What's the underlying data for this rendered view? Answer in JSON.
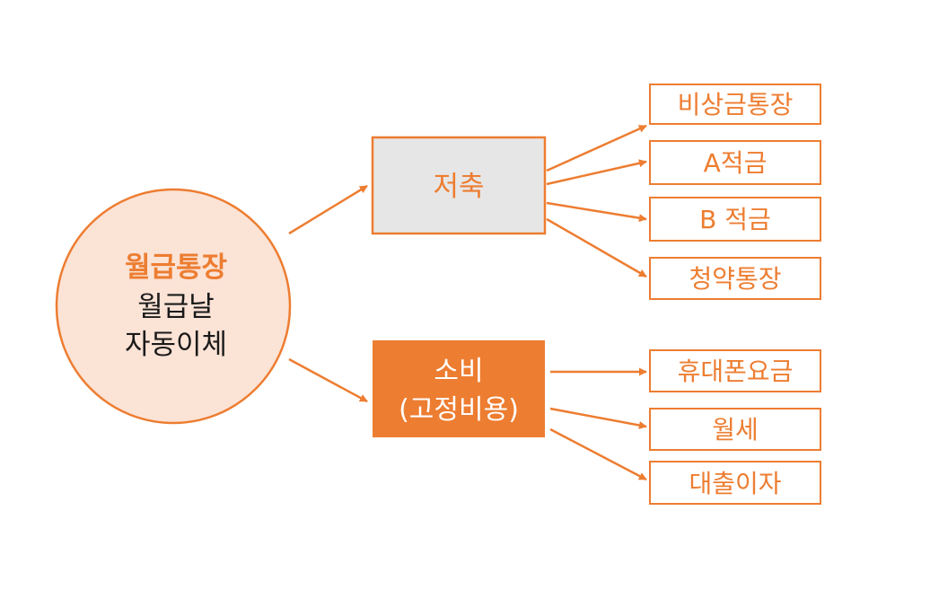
{
  "colors": {
    "accent": "#ED7D31",
    "circle_fill": "#FBE3D6",
    "savings_fill": "#E7E6E6",
    "spending_fill": "#ED7D31",
    "dark_text": "#1A1A1A",
    "white_text": "#FFFFFF",
    "white": "#FFFFFF"
  },
  "root": {
    "title": "월급통장",
    "line2": "월급날",
    "line3": "자동이체"
  },
  "savings": {
    "label": "저축",
    "items": [
      "비상금통장",
      "A적금",
      "B 적금",
      "청약통장"
    ]
  },
  "spending": {
    "line1": "소비",
    "line2": "(고정비용)",
    "items": [
      "휴대폰요금",
      "월세",
      "대출이자"
    ]
  }
}
